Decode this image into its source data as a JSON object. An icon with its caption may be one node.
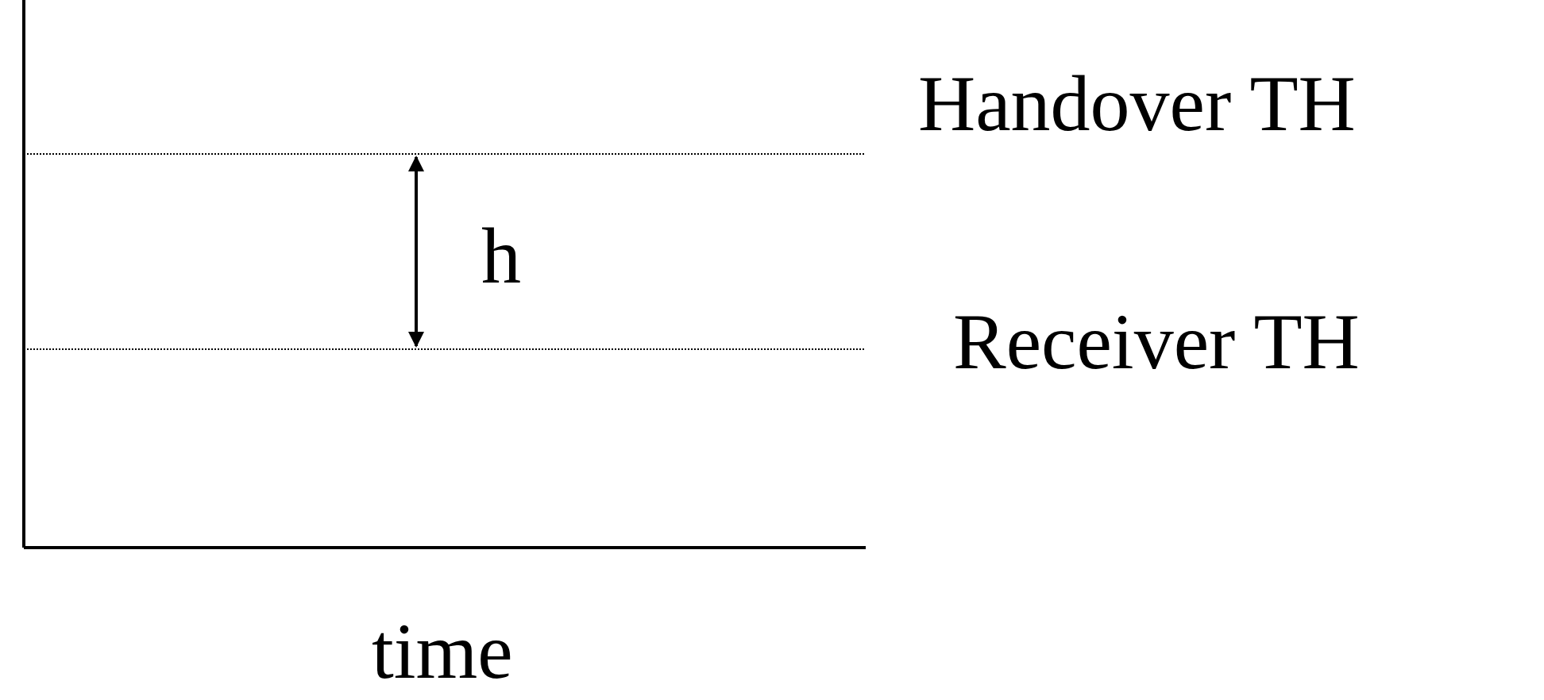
{
  "diagram": {
    "labels": [
      "Handover TH",
      "h",
      "Receiver TH",
      "time"
    ]
  }
}
